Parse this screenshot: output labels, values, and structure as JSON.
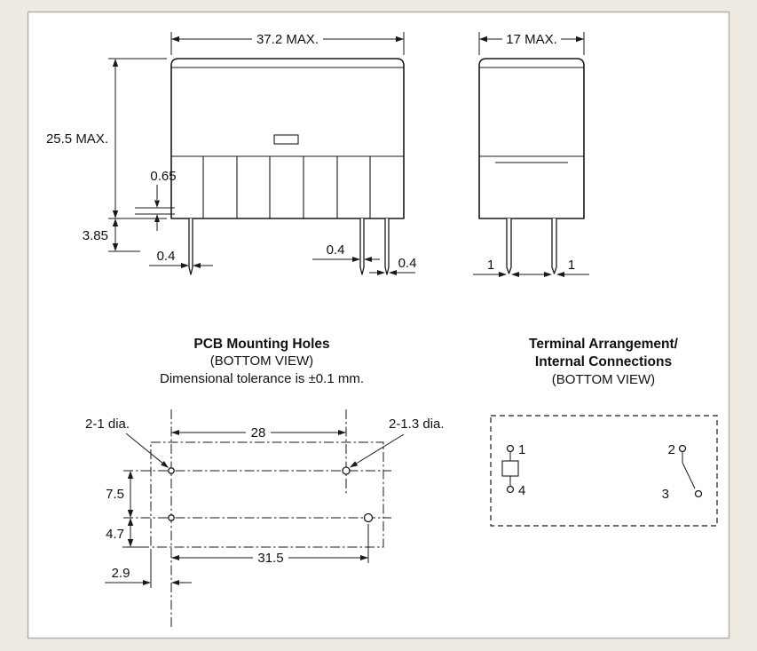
{
  "page": {
    "bg_color": "#efebe3",
    "border_color": "#b3b0a9",
    "line_color": "#1a1a1a"
  },
  "front_view": {
    "width_label": "37.2 MAX.",
    "height_label": "25.5 MAX.",
    "standoff_label": "0.65",
    "pin_length_label": "3.85",
    "pin_width_left": "0.4",
    "pin_width_mid": "0.4",
    "pin_width_right": "0.4"
  },
  "side_view": {
    "width_label": "17 MAX.",
    "pin_width_left": "1",
    "pin_width_right": "1"
  },
  "pcb_view": {
    "title": "PCB Mounting Holes",
    "subtitle": "(BOTTOM VIEW)",
    "tolerance_note": "Dimensional tolerance is ±0.1 mm.",
    "holes_small_label": "2-1 dia.",
    "holes_large_label": "2-1.3 dia.",
    "top_span_label": "28",
    "row_gap_label": "7.5",
    "bottom_gap_label": "4.7",
    "bottom_span_label": "31.5",
    "edge_offset_label": "2.9"
  },
  "terminal_view": {
    "title_line1": "Terminal Arrangement/",
    "title_line2": "Internal Connections",
    "subtitle": "(BOTTOM VIEW)",
    "pin1_label": "1",
    "pin2_label": "2",
    "pin3_label": "3",
    "pin4_label": "4"
  }
}
